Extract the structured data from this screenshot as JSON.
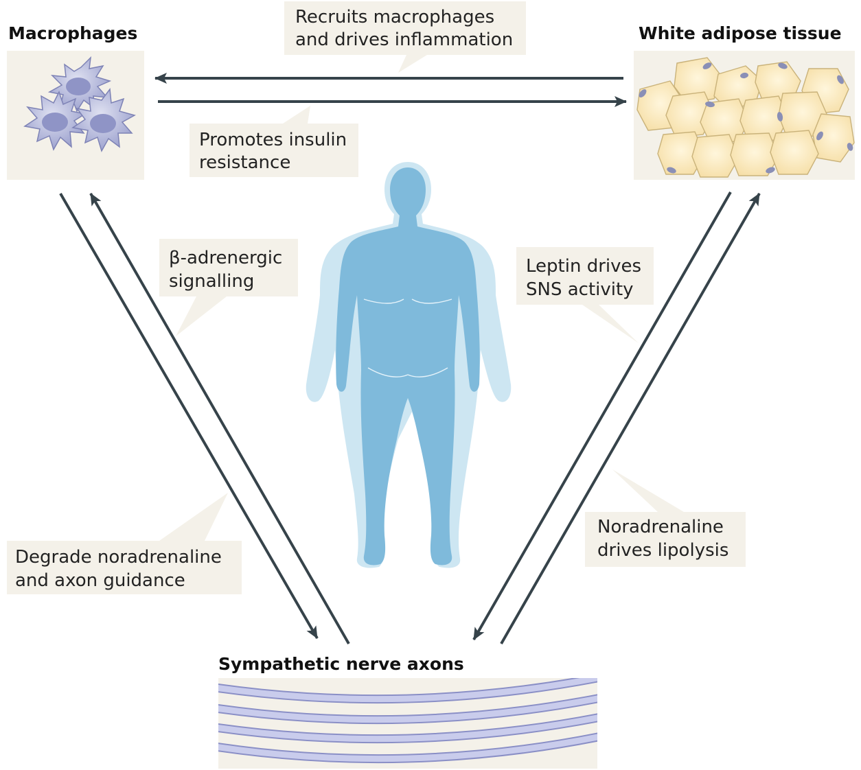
{
  "nodes": {
    "macrophages": {
      "title": "Macrophages"
    },
    "adipose": {
      "title": "White adipose tissue"
    },
    "nerves": {
      "title": "Sympathetic nerve axons"
    }
  },
  "labels": {
    "recruits": [
      "Recruits macrophages",
      "and drives inflammation"
    ],
    "insulin": [
      "Promotes insulin",
      "resistance"
    ],
    "beta": [
      "β-adrenergic",
      "signalling"
    ],
    "leptin": [
      "Leptin drives",
      "SNS activity"
    ],
    "degrade": [
      "Degrade noradrenaline",
      "and axon guidance"
    ],
    "noradrenaline": [
      "Noradrenaline",
      "drives lipolysis"
    ]
  },
  "colors": {
    "arrow": "#36434a",
    "callout_bg": "#f4f1e9",
    "panel_bg": "#f4f1e9",
    "body_dark": "#7fbadb",
    "body_halo": "#cde6f2",
    "macrophage": "#b9bddd",
    "adipocyte": "#fbe7b6",
    "nucleus": "#8a8fb6",
    "axon": "#c9ccec",
    "axon_edge": "#8a8fc6"
  }
}
